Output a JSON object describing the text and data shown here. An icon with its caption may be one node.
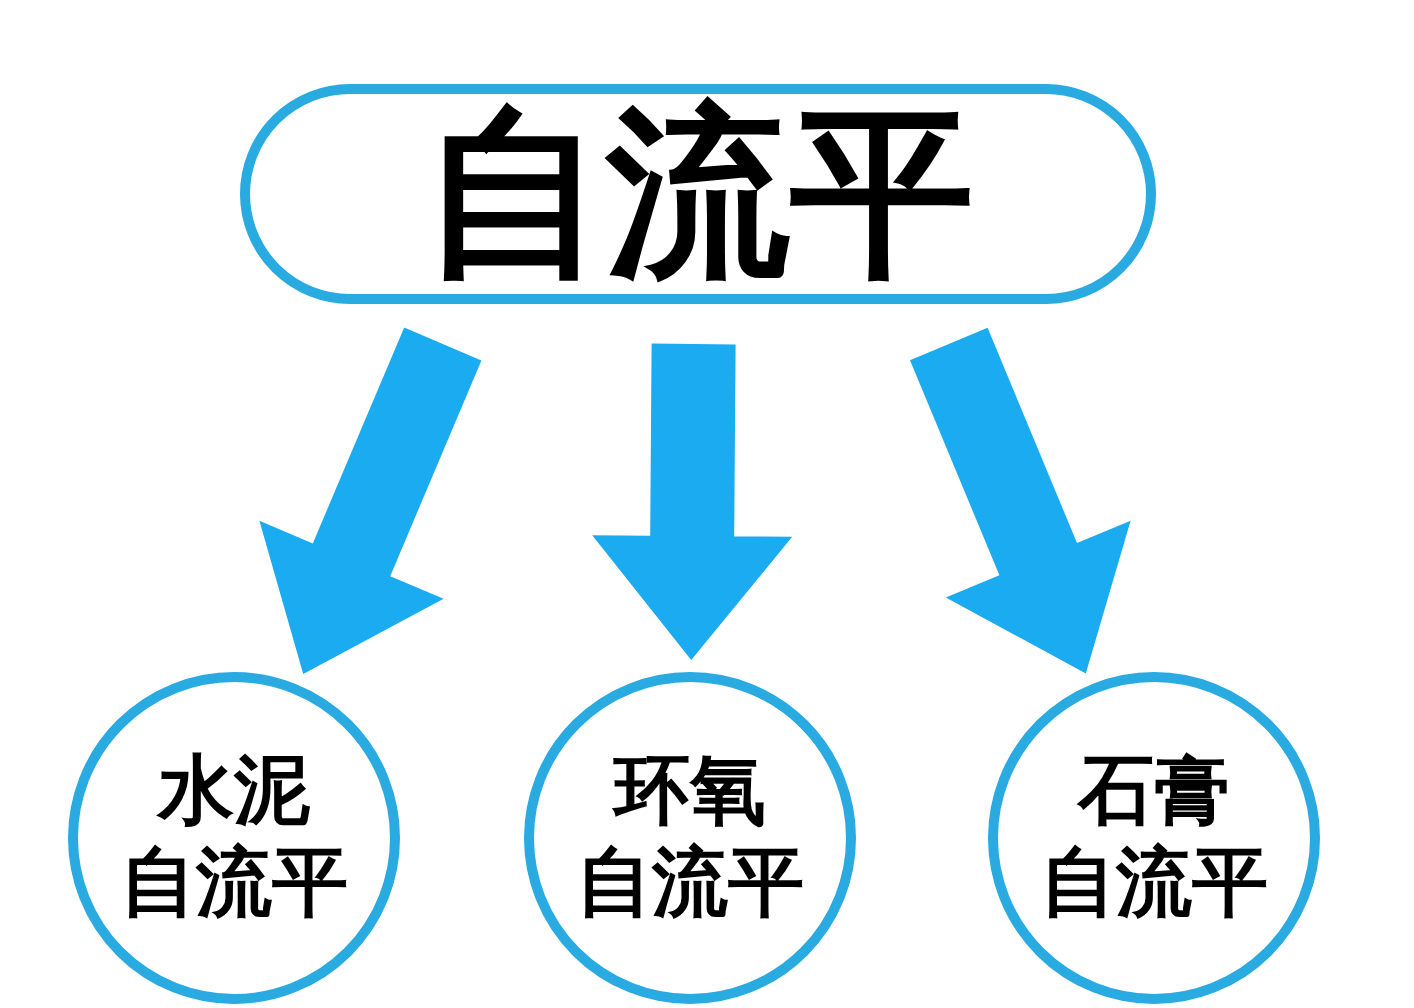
{
  "diagram": {
    "nodes": [
      {
        "text": [
          "自流平"
        ]
      },
      {
        "text": [
          "水泥",
          "自流平"
        ]
      },
      {
        "text": [
          "环氧",
          "自流平"
        ]
      },
      {
        "text": [
          "石膏",
          "自流平"
        ]
      }
    ],
    "edges": [
      {
        "from": 0,
        "to": 1,
        "arrow": "to"
      },
      {
        "from": 0,
        "to": 2,
        "arrow": "to"
      },
      {
        "from": 0,
        "to": 3,
        "arrow": "to"
      }
    ]
  }
}
